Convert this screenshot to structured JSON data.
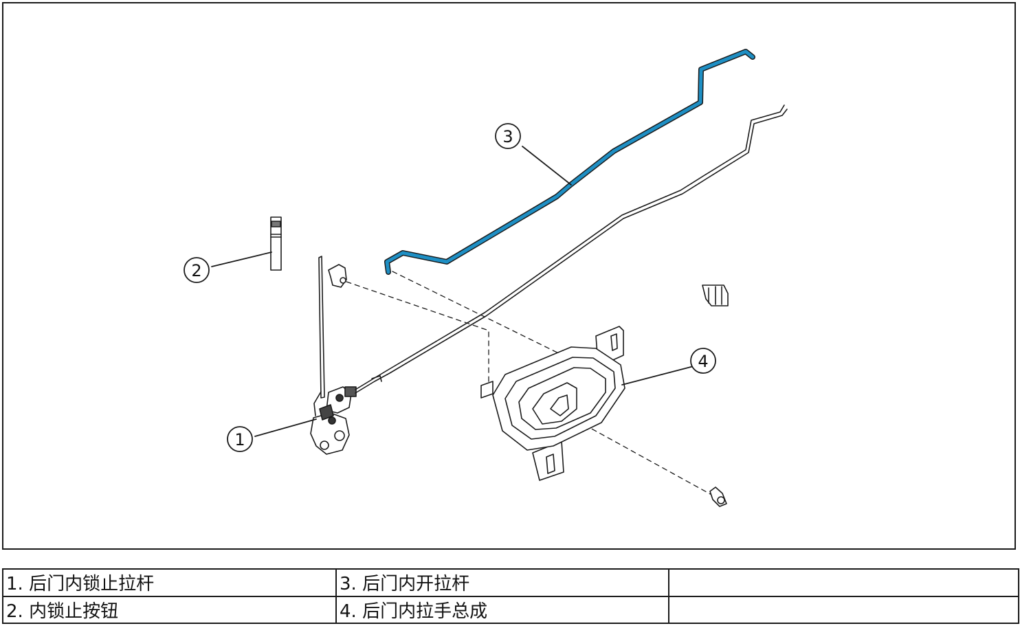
{
  "callouts": [
    {
      "id": "1",
      "label": "1"
    },
    {
      "id": "2",
      "label": "2"
    },
    {
      "id": "3",
      "label": "3"
    },
    {
      "id": "4",
      "label": "4"
    }
  ],
  "legend": {
    "rows": [
      [
        "1. 后门内锁止拉杆",
        "3. 后门内开拉杆",
        ""
      ],
      [
        "2. 内锁止按钮",
        "4. 后门内拉手总成",
        ""
      ]
    ]
  },
  "colors": {
    "highlight_rod": "#1e8fc4",
    "line": "#1a1a1a"
  }
}
